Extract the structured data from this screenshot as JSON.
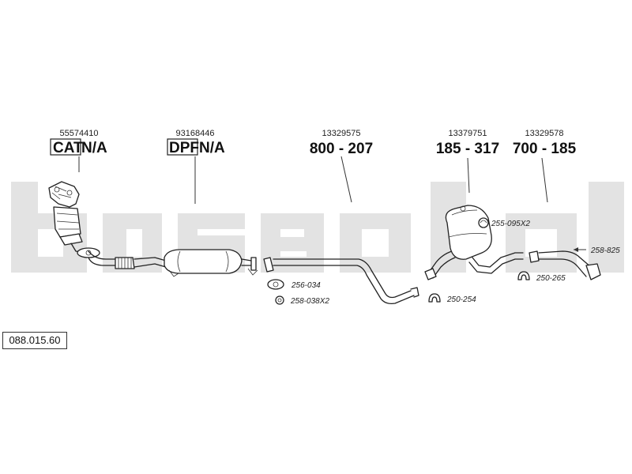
{
  "reference": "088.015.60",
  "labels": [
    {
      "id": "cat",
      "oem": "55574410",
      "tag": "CAT",
      "code": "N/A"
    },
    {
      "id": "dpf",
      "oem": "93168446",
      "tag": "DPF",
      "code": "N/A"
    },
    {
      "id": "front-pipe",
      "oem": "13329575",
      "tag": "",
      "code": "800 - 207"
    },
    {
      "id": "middle-silencer",
      "oem": "13379751",
      "tag": "",
      "code": "185 - 317"
    },
    {
      "id": "tail-pipe",
      "oem": "13329578",
      "tag": "",
      "code": "700 - 185"
    }
  ],
  "accessories": {
    "gasket_256_034": "256-034",
    "nut_258_038": "258-038X2",
    "clamp_250_254": "250-254",
    "hanger_255_095": "255-095X2",
    "clamp_250_265": "250-265",
    "bracket_258_825": "258-825"
  }
}
